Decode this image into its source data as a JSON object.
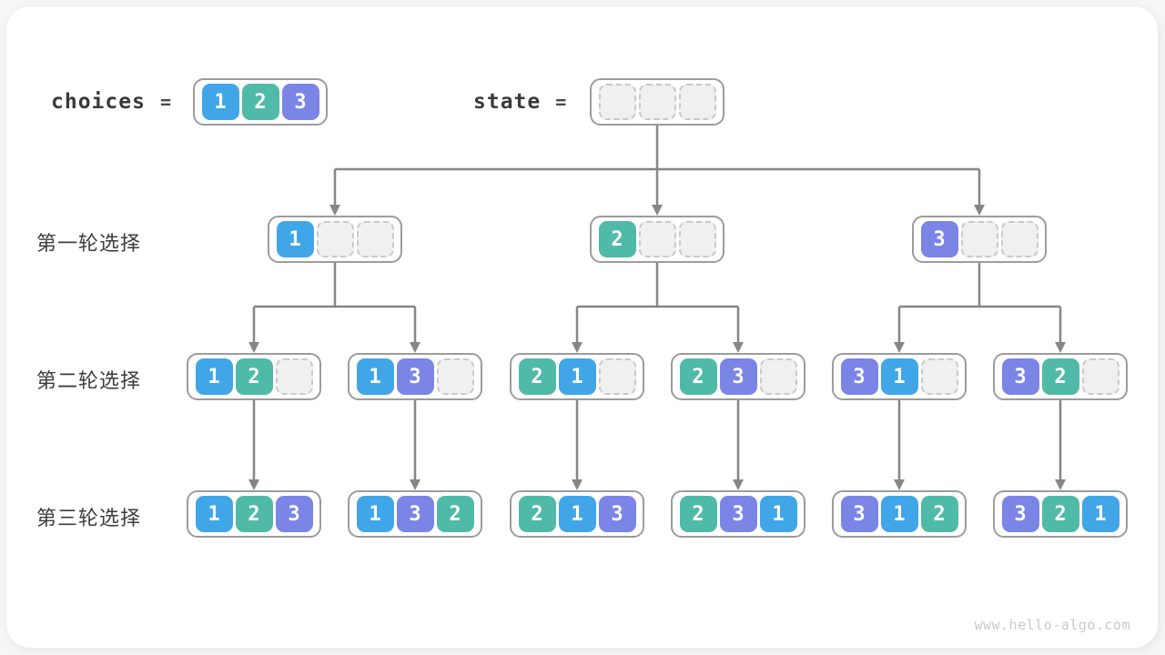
{
  "page": {
    "watermark": "www.hello-algo.com"
  },
  "colors": {
    "1": "#41a6e8",
    "2": "#50baa8",
    "3": "#7a85e6",
    "empty_fill": "#f0f0f0",
    "empty_border": "#c9c9c9",
    "container_border": "#9c9c9c",
    "connector": "#868686"
  },
  "header": {
    "choices": {
      "label": "choices",
      "equals": "=",
      "cells": [
        1,
        2,
        3
      ]
    },
    "state": {
      "label": "state",
      "equals": "=",
      "cells": [
        null,
        null,
        null
      ]
    }
  },
  "rows": [
    {
      "label": "第一轮选择",
      "nodes": [
        [
          1,
          null,
          null
        ],
        [
          2,
          null,
          null
        ],
        [
          3,
          null,
          null
        ]
      ]
    },
    {
      "label": "第二轮选择",
      "nodes": [
        [
          1,
          2,
          null
        ],
        [
          1,
          3,
          null
        ],
        [
          2,
          1,
          null
        ],
        [
          2,
          3,
          null
        ],
        [
          3,
          1,
          null
        ],
        [
          3,
          2,
          null
        ]
      ]
    },
    {
      "label": "第三轮选择",
      "nodes": [
        [
          1,
          2,
          3
        ],
        [
          1,
          3,
          2
        ],
        [
          2,
          1,
          3
        ],
        [
          2,
          3,
          1
        ],
        [
          3,
          1,
          2
        ],
        [
          3,
          2,
          1
        ]
      ]
    }
  ]
}
